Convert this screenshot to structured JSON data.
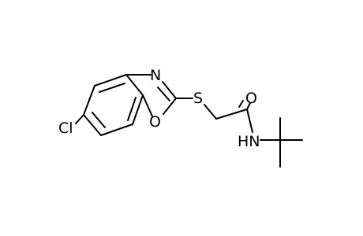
{
  "molecule": {
    "atoms": {
      "N_ring": "N",
      "O_ring": "O",
      "S": "S",
      "O_carbonyl": "O",
      "N_amide": "HN",
      "Cl": "Cl"
    },
    "colors": {
      "bond": "#000000",
      "label": "#000000",
      "background": "#ffffff"
    }
  }
}
